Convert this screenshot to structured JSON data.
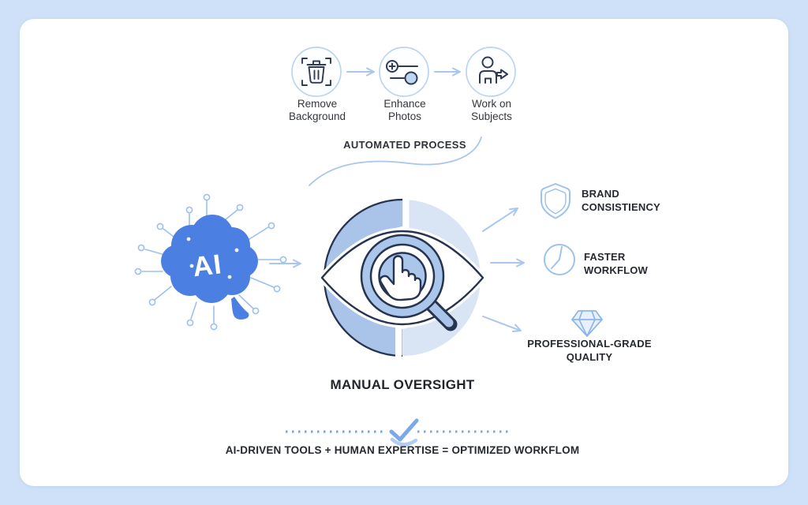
{
  "automated_process": {
    "label": "AUTOMATED PROCESS",
    "steps": [
      {
        "label": "Remove\nBackground",
        "icon": "trash-crop-icon"
      },
      {
        "label": "Enhance\nPhotos",
        "icon": "sliders-icon"
      },
      {
        "label": "Work on\nSubjects",
        "icon": "person-arrow-icon"
      }
    ]
  },
  "ai": {
    "label": "AI",
    "icon": "brain-circuit-icon"
  },
  "oversight": {
    "label": "MANUAL OVERSIGHT",
    "icon": "eye-magnifier-hand-icon"
  },
  "benefits": [
    {
      "label": "BRAND\nCONSISTIENCY",
      "icon": "shield-icon"
    },
    {
      "label": "FASTER\nWORKFLOW",
      "icon": "clock-icon"
    },
    {
      "label": "PROFESSIONAL-GRADE\nQUALITY",
      "icon": "diamond-icon"
    }
  ],
  "formula": {
    "label": "AI-DRIVEN TOOLS + HUMAN EXPERTISE = OPTIMIZED WORKFLOM",
    "icon": "checkmark-icon"
  },
  "colors": {
    "background": "#cfe1f8",
    "card": "#ffffff",
    "brain_blue": "#4c7fe2",
    "accent_light_blue": "#a9c6ec",
    "ring_left": "#a9c4e8",
    "ring_right": "#d9e5f4",
    "outline_navy": "#273450",
    "text_dark": "#2e3238",
    "dotted_line_blue": "#78a5e4"
  }
}
